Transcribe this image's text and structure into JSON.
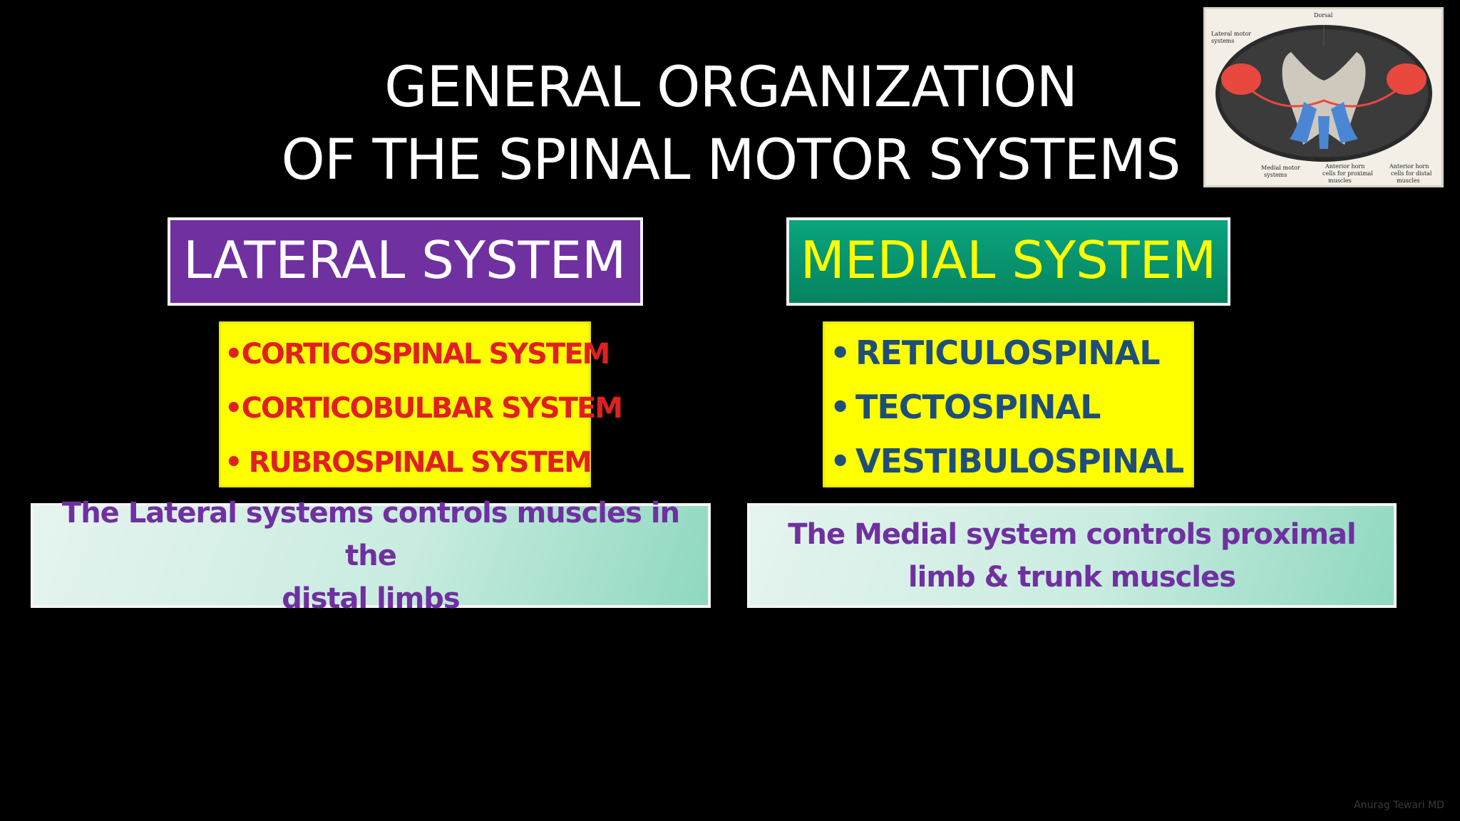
{
  "title": {
    "line1": "GENERAL ORGANIZATION",
    "line2": "OF THE SPINAL MOTOR SYSTEMS"
  },
  "inset": {
    "labels": {
      "dorsal": "Dorsal",
      "lateral_motor": "Lateral motor",
      "lateral_motor_2": "systems",
      "ventral": "Ventral",
      "medial_motor": "Medial motor",
      "medial_motor_2": "systems",
      "anterior_proximal_1": "Anterior horn",
      "anterior_proximal_2": "cells for proximal",
      "anterior_proximal_3": "muscles",
      "anterior_distal_1": "Anterior horn",
      "anterior_distal_2": "cells for distal",
      "anterior_distal_3": "muscles"
    },
    "colors": {
      "lateral": "#e8483e",
      "medial": "#4a86d4"
    }
  },
  "lateral": {
    "header": "LATERAL SYSTEM",
    "items": [
      "CORTICOSPINAL SYSTEM",
      "CORTICOBULBAR SYSTEM",
      "RUBROSPINAL SYSTEM"
    ],
    "description_line1": "The Lateral systems controls muscles in the",
    "description_line2": "distal limbs"
  },
  "medial": {
    "header": "MEDIAL SYSTEM",
    "items": [
      "RETICULOSPINAL",
      "TECTOSPINAL",
      "VESTIBULOSPINAL"
    ],
    "description_line1": "The Medial system controls proximal",
    "description_line2": "limb & trunk muscles"
  },
  "bullet": "•",
  "credit": "Anurag Tewari MD",
  "colors": {
    "background": "#000000",
    "lateral_header": "#7030a0",
    "medial_header": "#05835f",
    "list_background": "#ffff00",
    "lateral_list_text": "#e02020",
    "medial_list_text": "#1f4e79",
    "description_text": "#7030a0"
  }
}
